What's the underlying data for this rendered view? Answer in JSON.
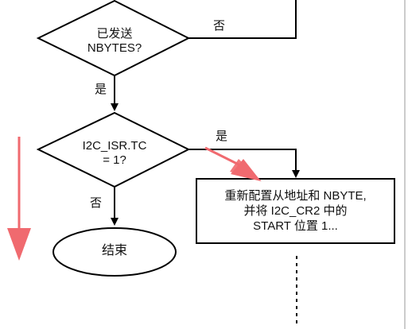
{
  "flowchart": {
    "decision1": {
      "line1": "已发送",
      "line2": "NBYTES?"
    },
    "decision1_no": "否",
    "decision1_yes": "是",
    "decision2": {
      "line1": "I2C_ISR.TC",
      "line2": "= 1?"
    },
    "decision2_yes": "是",
    "decision2_no": "否",
    "end": "结束",
    "process": {
      "line1": "重新配置从地址和 NBYTE,",
      "line2": "并将 I2C_CR2 中的",
      "line3": "START 位置 1..."
    }
  },
  "annotation_arrow_color": "#f06a6f",
  "line_color": "#000000"
}
